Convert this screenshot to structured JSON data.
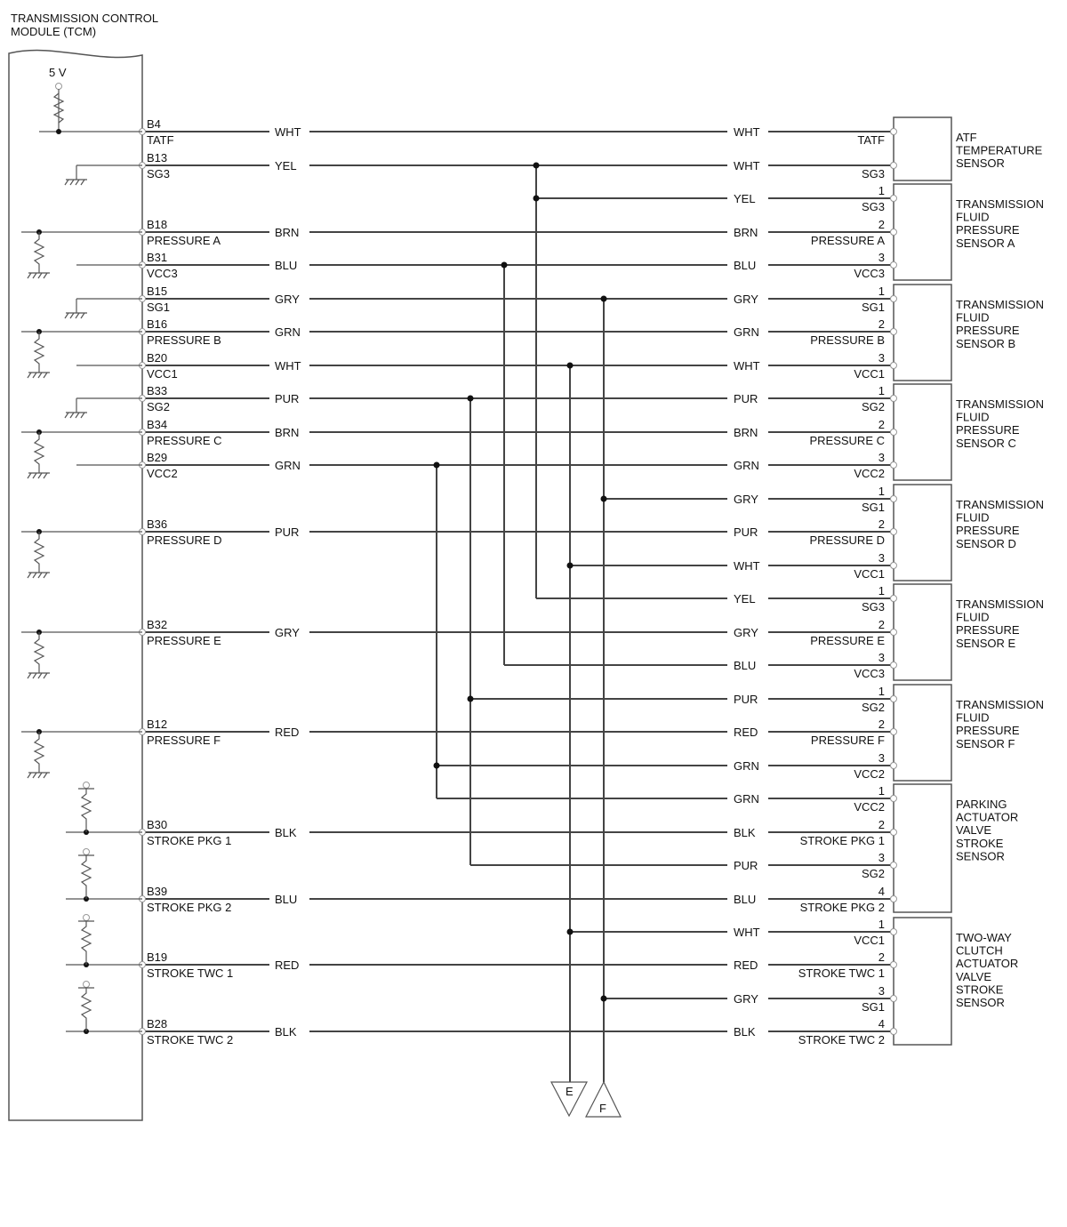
{
  "tcm": {
    "line1": "TRANSMISSION CONTROL",
    "line2": "MODULE (TCM)",
    "supply": "5 V"
  },
  "tcm_pins": [
    {
      "pin": "B4",
      "name": "TATF",
      "color": "WHT"
    },
    {
      "pin": "B13",
      "name": "SG3",
      "color": "YEL"
    },
    {
      "pin": "B18",
      "name": "PRESSURE A",
      "color": "BRN"
    },
    {
      "pin": "B31",
      "name": "VCC3",
      "color": "BLU"
    },
    {
      "pin": "B15",
      "name": "SG1",
      "color": "GRY"
    },
    {
      "pin": "B16",
      "name": "PRESSURE B",
      "color": "GRN"
    },
    {
      "pin": "B20",
      "name": "VCC1",
      "color": "WHT"
    },
    {
      "pin": "B33",
      "name": "SG2",
      "color": "PUR"
    },
    {
      "pin": "B34",
      "name": "PRESSURE C",
      "color": "BRN"
    },
    {
      "pin": "B29",
      "name": "VCC2",
      "color": "GRN"
    },
    {
      "pin": "B36",
      "name": "PRESSURE D",
      "color": "PUR"
    },
    {
      "pin": "B32",
      "name": "PRESSURE E",
      "color": "GRY"
    },
    {
      "pin": "B12",
      "name": "PRESSURE F",
      "color": "RED"
    },
    {
      "pin": "B30",
      "name": "STROKE PKG 1",
      "color": "BLK"
    },
    {
      "pin": "B39",
      "name": "STROKE PKG 2",
      "color": "BLU"
    },
    {
      "pin": "B19",
      "name": "STROKE TWC 1",
      "color": "RED"
    },
    {
      "pin": "B28",
      "name": "STROKE TWC 2",
      "color": "BLK"
    }
  ],
  "sensor_wires": [
    {
      "color": "WHT",
      "term": "",
      "name": "TATF"
    },
    {
      "color": "WHT",
      "term": "",
      "name": "SG3"
    },
    {
      "color": "YEL",
      "term": "1",
      "name": "SG3"
    },
    {
      "color": "BRN",
      "term": "2",
      "name": "PRESSURE A"
    },
    {
      "color": "BLU",
      "term": "3",
      "name": "VCC3"
    },
    {
      "color": "GRY",
      "term": "1",
      "name": "SG1"
    },
    {
      "color": "GRN",
      "term": "2",
      "name": "PRESSURE B"
    },
    {
      "color": "WHT",
      "term": "3",
      "name": "VCC1"
    },
    {
      "color": "PUR",
      "term": "1",
      "name": "SG2"
    },
    {
      "color": "BRN",
      "term": "2",
      "name": "PRESSURE C"
    },
    {
      "color": "GRN",
      "term": "3",
      "name": "VCC2"
    },
    {
      "color": "GRY",
      "term": "1",
      "name": "SG1"
    },
    {
      "color": "PUR",
      "term": "2",
      "name": "PRESSURE D"
    },
    {
      "color": "WHT",
      "term": "3",
      "name": "VCC1"
    },
    {
      "color": "YEL",
      "term": "1",
      "name": "SG3"
    },
    {
      "color": "GRY",
      "term": "2",
      "name": "PRESSURE E"
    },
    {
      "color": "BLU",
      "term": "3",
      "name": "VCC3"
    },
    {
      "color": "PUR",
      "term": "1",
      "name": "SG2"
    },
    {
      "color": "RED",
      "term": "2",
      "name": "PRESSURE F"
    },
    {
      "color": "GRN",
      "term": "3",
      "name": "VCC2"
    },
    {
      "color": "GRN",
      "term": "1",
      "name": "VCC2"
    },
    {
      "color": "BLK",
      "term": "2",
      "name": "STROKE PKG 1"
    },
    {
      "color": "PUR",
      "term": "3",
      "name": "SG2"
    },
    {
      "color": "BLU",
      "term": "4",
      "name": "STROKE PKG 2"
    },
    {
      "color": "WHT",
      "term": "1",
      "name": "VCC1"
    },
    {
      "color": "RED",
      "term": "2",
      "name": "STROKE TWC 1"
    },
    {
      "color": "GRY",
      "term": "3",
      "name": "SG1"
    },
    {
      "color": "BLK",
      "term": "4",
      "name": "STROKE TWC 2"
    }
  ],
  "sensors": [
    {
      "lines": [
        "ATF",
        "TEMPERATURE",
        "SENSOR"
      ]
    },
    {
      "lines": [
        "TRANSMISSION",
        "FLUID",
        "PRESSURE",
        "SENSOR A"
      ]
    },
    {
      "lines": [
        "TRANSMISSION",
        "FLUID",
        "PRESSURE",
        "SENSOR B"
      ]
    },
    {
      "lines": [
        "TRANSMISSION",
        "FLUID",
        "PRESSURE",
        "SENSOR C"
      ]
    },
    {
      "lines": [
        "TRANSMISSION",
        "FLUID",
        "PRESSURE",
        "SENSOR D"
      ]
    },
    {
      "lines": [
        "TRANSMISSION",
        "FLUID",
        "PRESSURE",
        "SENSOR E"
      ]
    },
    {
      "lines": [
        "TRANSMISSION",
        "FLUID",
        "PRESSURE",
        "SENSOR F"
      ]
    },
    {
      "lines": [
        "PARKING",
        "ACTUATOR",
        "VALVE",
        "STROKE",
        "SENSOR"
      ]
    },
    {
      "lines": [
        "TWO-WAY",
        "CLUTCH",
        "ACTUATOR",
        "VALVE",
        "STROKE",
        "SENSOR"
      ]
    }
  ],
  "offpage": {
    "e": "E",
    "f": "F"
  }
}
